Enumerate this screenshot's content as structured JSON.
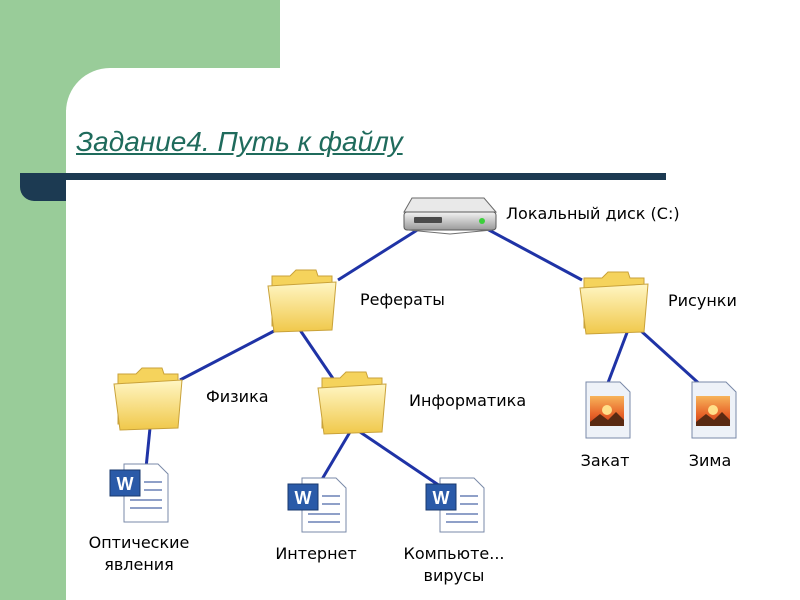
{
  "slide": {
    "title": "Задание4. Путь к файлу",
    "colors": {
      "background_band": "#99cc99",
      "title": "#1f6b5c",
      "rule": "#1c3a52",
      "connector": "#1f33a6"
    }
  },
  "tree": {
    "root": {
      "label": "Локальный диск (C:)",
      "icon": "hard-drive-icon"
    },
    "folders": [
      {
        "label": "Рефераты",
        "icon": "folder-icon"
      },
      {
        "label": "Рисунки",
        "icon": "folder-icon"
      },
      {
        "label": "Физика",
        "icon": "folder-icon"
      },
      {
        "label": "Информатика",
        "icon": "folder-icon"
      }
    ],
    "files": [
      {
        "label": "Оптические\nявления",
        "icon": "word-document-icon"
      },
      {
        "label": "Интернет",
        "icon": "word-document-icon"
      },
      {
        "label": "Компьюте...\nвирусы",
        "icon": "word-document-icon"
      },
      {
        "label": "Закат",
        "icon": "image-file-icon"
      },
      {
        "label": "Зима",
        "icon": "image-file-icon"
      }
    ]
  }
}
